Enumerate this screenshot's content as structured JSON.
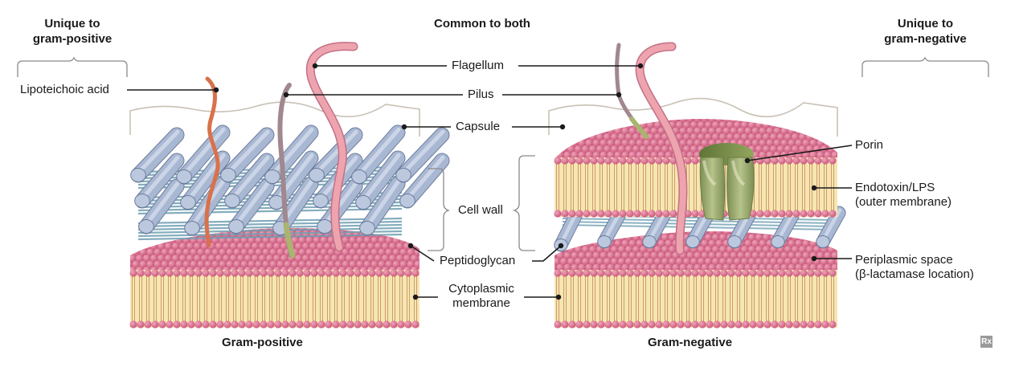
{
  "headers": {
    "gram_positive_line1": "Unique to",
    "gram_positive_line2": "gram-positive",
    "common": "Common to both",
    "gram_negative_line1": "Unique to",
    "gram_negative_line2": "gram-negative"
  },
  "labels": {
    "lipoteichoic_acid": "Lipoteichoic acid",
    "flagellum": "Flagellum",
    "pilus": "Pilus",
    "capsule": "Capsule",
    "cell_wall": "Cell wall",
    "peptidoglycan": "Peptidoglycan",
    "cytoplasmic_line1": "Cytoplasmic",
    "cytoplasmic_line2": "membrane",
    "porin": "Porin",
    "endotoxin_line1": "Endotoxin/LPS",
    "endotoxin_line2": "(outer membrane)",
    "periplasmic_line1": "Periplasmic space",
    "periplasmic_line2": "(β-lactamase location)"
  },
  "titles": {
    "gram_positive": "Gram-positive",
    "gram_negative": "Gram-negative"
  },
  "logo": "Rx",
  "colors": {
    "head_pink": "#d8728e",
    "bilayer_yellow": "#f6e6b0",
    "tail_tan": "#cf9a70",
    "rod_blue": "#a9b8d2",
    "crosslink_teal": "#6f9fb2",
    "lipoteichoic_orange": "#d9714a",
    "flagellum_pink": "#eda4ae",
    "pilus_mauve": "#a0888e",
    "porin_green": "#94a468",
    "leader_line": "#1a1a1a"
  }
}
